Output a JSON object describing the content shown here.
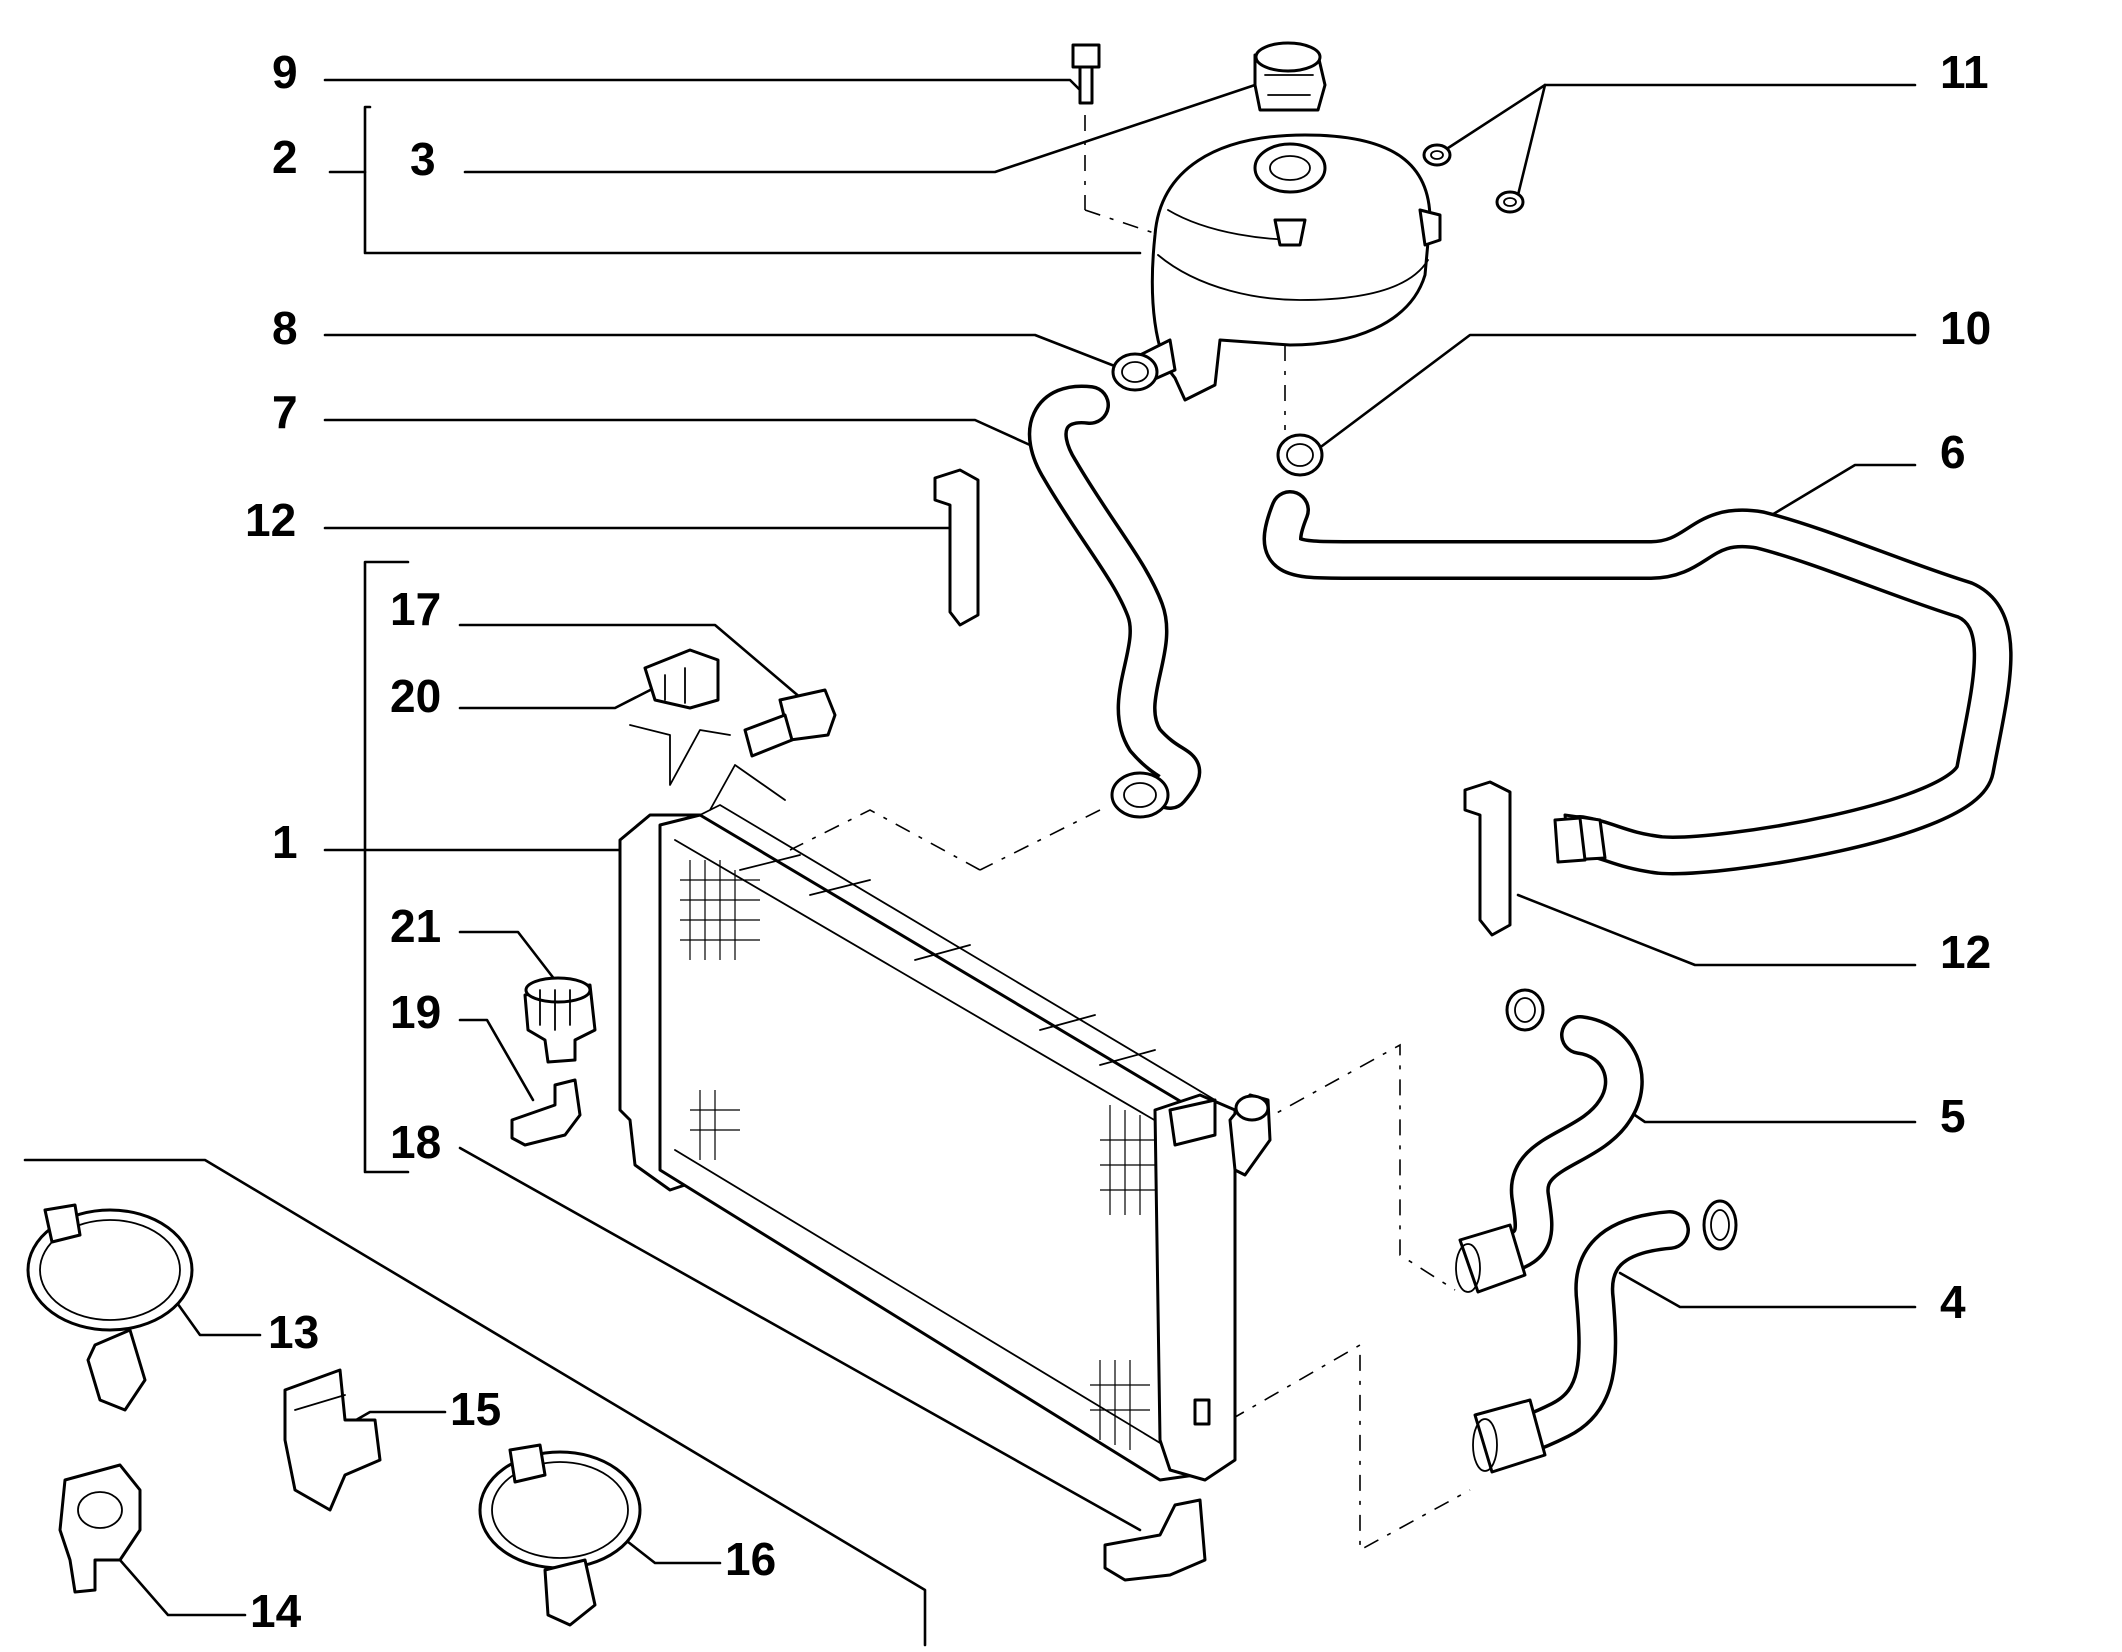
{
  "labels": {
    "l1": "1",
    "l2": "2",
    "l3": "3",
    "l4": "4",
    "l5": "5",
    "l6": "6",
    "l7": "7",
    "l8": "8",
    "l9": "9",
    "l10": "10",
    "l11": "11",
    "l12a": "12",
    "l12b": "12",
    "l13": "13",
    "l14": "14",
    "l15": "15",
    "l16": "16",
    "l17": "17",
    "l18": "18",
    "l19": "19",
    "l20": "20",
    "l21": "21"
  }
}
